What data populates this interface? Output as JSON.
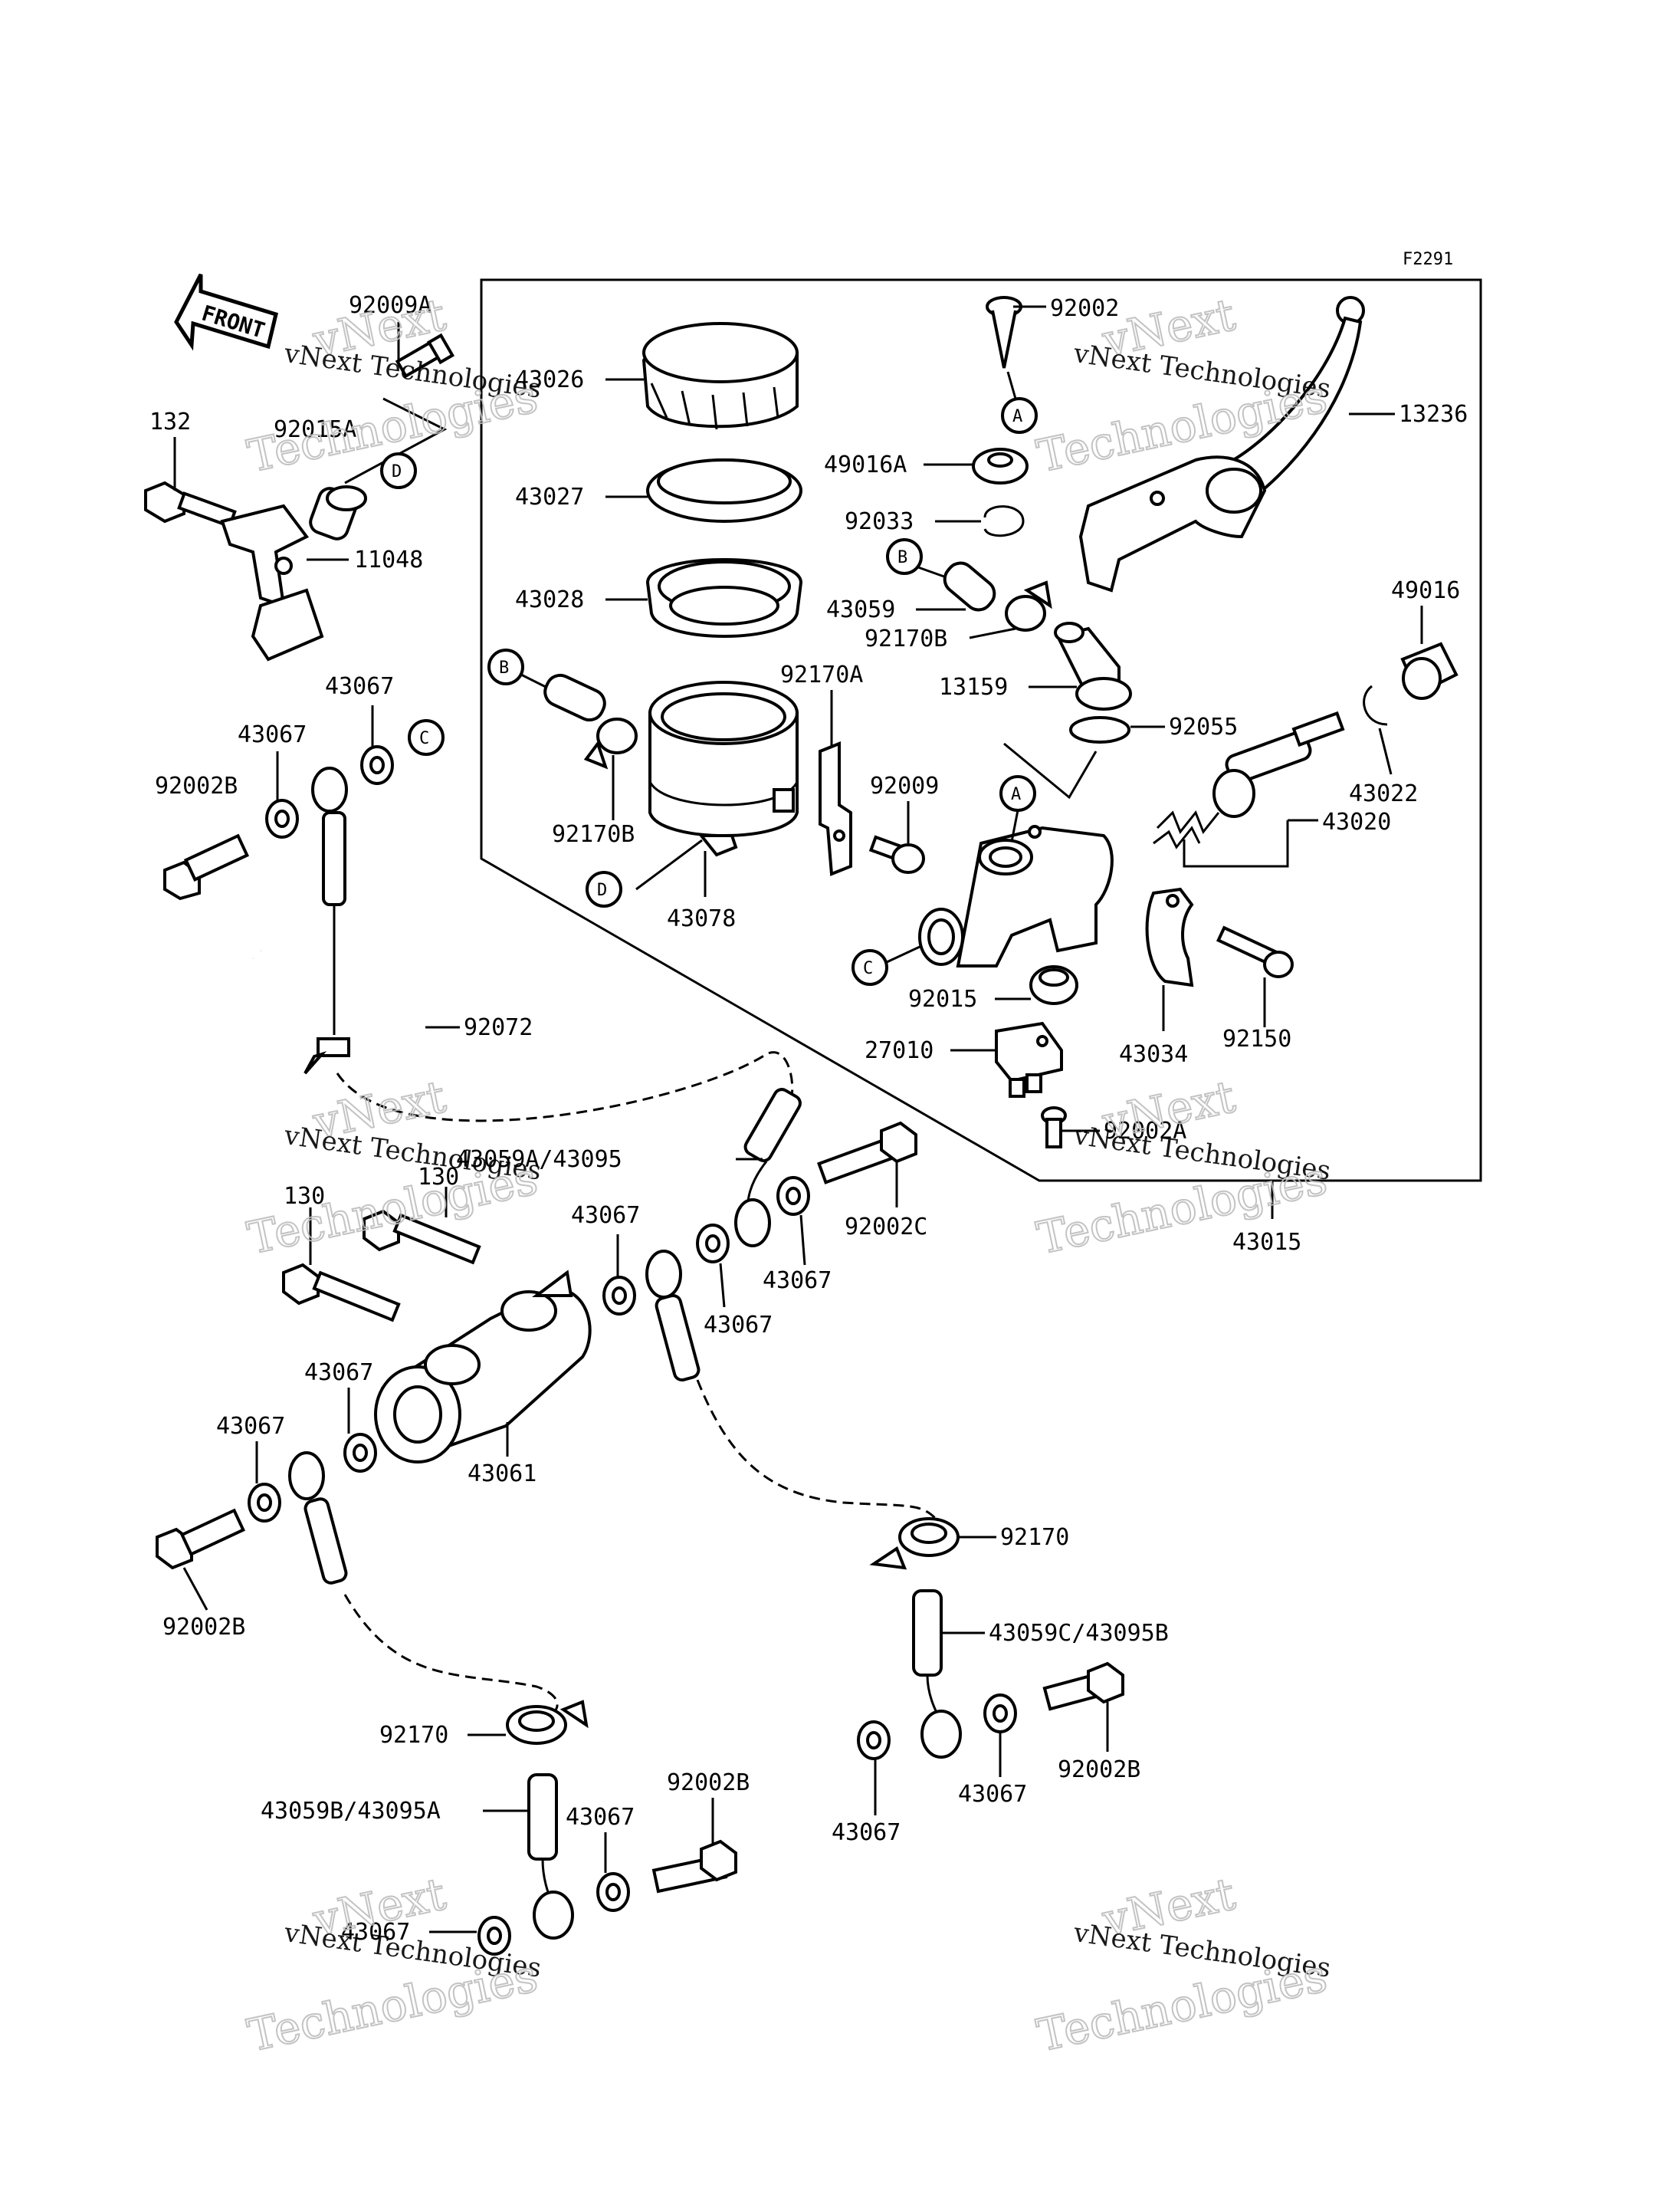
{
  "figure_code": "F2291",
  "front_arrow_label": "FRONT",
  "watermark": {
    "line1": "vNext Technologies",
    "line2": "Technologies",
    "line3": "vNext"
  },
  "ref_markers": {
    "A": "A",
    "B": "B",
    "C": "C",
    "D": "D"
  },
  "labels": {
    "l92009A": "92009A",
    "l132": "132",
    "l92015A": "92015A",
    "l11048": "11048",
    "l43067_a": "43067",
    "l43067_b": "43067",
    "l92002B_a": "92002B",
    "l92072": "92072",
    "l43026": "43026",
    "l43027": "43027",
    "l43028": "43028",
    "l92170A": "92170A",
    "l92170B_a": "92170B",
    "l43078": "43078",
    "l92009": "92009",
    "l92002": "92002",
    "l49016A": "49016A",
    "l92033": "92033",
    "l43059": "43059",
    "l92170B_b": "92170B",
    "l13159": "13159",
    "l92055": "92055",
    "l13236": "13236",
    "l49016": "49016",
    "l43022": "43022",
    "l43020": "43020",
    "l92015": "92015",
    "l27010": "27010",
    "l43034": "43034",
    "l92150": "92150",
    "l92002A": "92002A",
    "l43015": "43015",
    "l43059A": "43059A/43095",
    "l92002C": "92002C",
    "l130a": "130",
    "l130b": "130",
    "l43067_c": "43067",
    "l43067_d": "43067",
    "l43067_e": "43067",
    "l43067_f": "43067",
    "l43067_g": "43067",
    "l43061": "43061",
    "l92002B_b": "92002B",
    "l92170_a": "92170",
    "l43059C": "43059C/43095B",
    "l92002B_c": "92002B",
    "l43067_h": "43067",
    "l43067_i": "43067",
    "l92170_b": "92170",
    "l43059B": "43059B/43095A",
    "l43067_j": "43067",
    "l92002B_d": "92002B",
    "l43067_k": "43067"
  }
}
